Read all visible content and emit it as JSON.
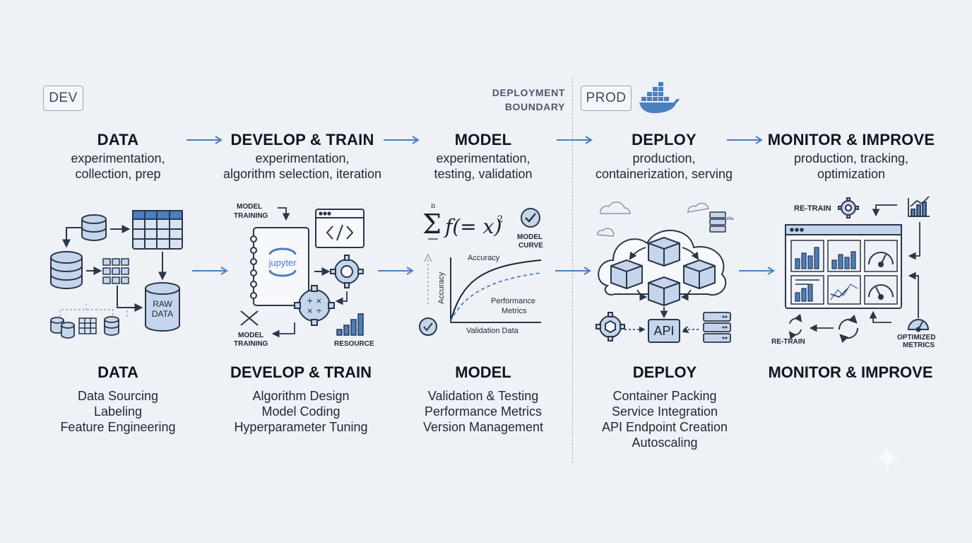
{
  "badges": {
    "dev": "DEV",
    "prod": "PROD"
  },
  "boundary": {
    "line1": "DEPLOYMENT",
    "line2": "BOUNDARY"
  },
  "stages": [
    {
      "title": "DATA",
      "sub1": "experimentation,",
      "sub2": "collection, prep"
    },
    {
      "title": "DEVELOP & TRAIN",
      "sub1": "experimentation,",
      "sub2": "algorithm selection, iteration"
    },
    {
      "title": "MODEL",
      "sub1": "experimentation,",
      "sub2": "testing, validation"
    },
    {
      "title": "DEPLOY",
      "sub1": "production,",
      "sub2": "containerization, serving"
    },
    {
      "title": "MONITOR & IMPROVE",
      "sub1": "production, tracking,",
      "sub2": "optimization"
    }
  ],
  "details": [
    {
      "title": "DATA",
      "items": [
        "Data Sourcing",
        "Labeling",
        "Feature Engineering"
      ]
    },
    {
      "title": "DEVELOP & TRAIN",
      "items": [
        "Algorithm Design",
        "Model Coding",
        "Hyperparameter Tuning"
      ]
    },
    {
      "title": "MODEL",
      "items": [
        "Validation & Testing",
        "Performance Metrics",
        "Version Management"
      ]
    },
    {
      "title": "DEPLOY",
      "items": [
        "Container Packing",
        "Service Integration",
        "API Endpoint Creation",
        "Autoscaling"
      ]
    },
    {
      "title": "MONITOR & IMPROVE",
      "items": []
    }
  ],
  "illus": {
    "data": {
      "raw_data_1": "RAW",
      "raw_data_2": "DATA"
    },
    "develop": {
      "model_training_top_1": "MODEL",
      "model_training_top_2": "TRAINING",
      "jupyter": "jupyter",
      "model_training_bottom_1": "MODEL",
      "model_training_bottom_2": "TRAINING",
      "resource": "RESOURCE"
    },
    "model": {
      "formula": "f(= x)",
      "exponent": "2",
      "sum_top": "n",
      "model_curve_1": "MODEL",
      "model_curve_2": "CURVE",
      "accuracy_label": "Accuracy",
      "y_axis": "Accuracy",
      "perf_1": "Performance",
      "perf_2": "Metrics",
      "x_axis": "Validation Data"
    },
    "deploy": {
      "api": "API"
    },
    "monitor": {
      "retrain_top": "RE-TRAIN",
      "retrain_bottom": "RE-TRAIN",
      "optimized_1": "OPTIMIZED",
      "optimized_2": "METRICS"
    }
  },
  "colors": {
    "accent": "#4a7fc0",
    "icon_fill": "#c5d6ec",
    "icon_stroke": "#2b3648",
    "background": "#eef1f6"
  }
}
